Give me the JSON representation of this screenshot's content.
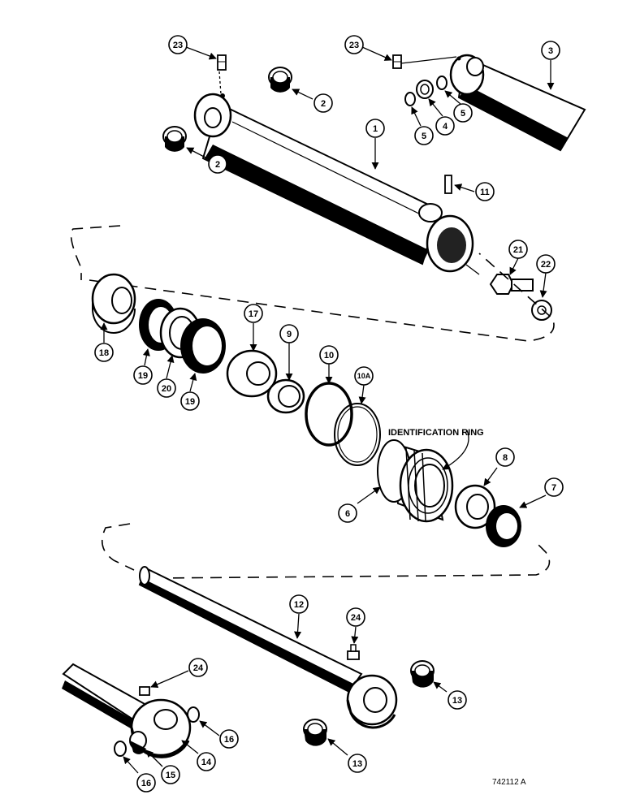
{
  "callouts": {
    "c23a": "23",
    "c23b": "23",
    "c3": "3",
    "c2a": "2",
    "c2b": "2",
    "c1": "1",
    "c5a": "5",
    "c4": "4",
    "c5b": "5",
    "c11": "11",
    "c21": "21",
    "c22": "22",
    "c18": "18",
    "c19a": "19",
    "c20": "20",
    "c19b": "19",
    "c17": "17",
    "c9": "9",
    "c10": "10",
    "c10a": "10A",
    "c6": "6",
    "c8": "8",
    "c7": "7",
    "c12": "12",
    "c24a": "24",
    "c24b": "24",
    "c13a": "13",
    "c13b": "13",
    "c14": "14",
    "c15": "15",
    "c16a": "16",
    "c16b": "16"
  },
  "identification_label": "IDENTIFICATION RING",
  "drawing_number": "742112 A"
}
